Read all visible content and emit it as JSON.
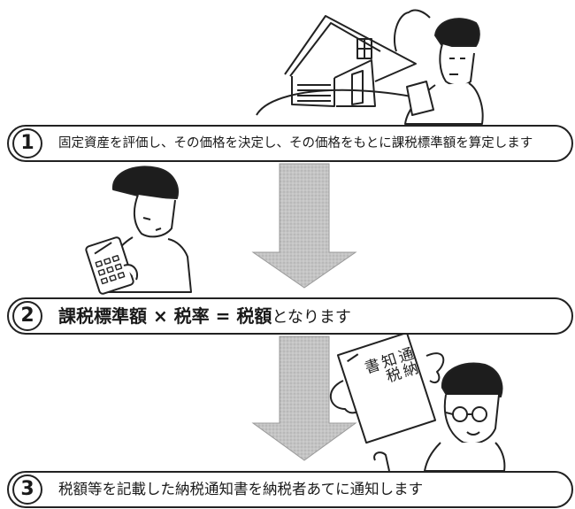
{
  "steps": [
    {
      "number": "1",
      "text": "固定資産を評価し、その価格を決定し、その価格をもとに課税標準額を算定します"
    },
    {
      "number": "2",
      "formula": "課税標準額 × 税率 = 税額",
      "suffix": "となります"
    },
    {
      "number": "3",
      "text": "税額等を記載した納税通知書を納税者あてに通知します"
    }
  ],
  "document": {
    "line1": "通納",
    "line2": "知税",
    "line3": "書"
  },
  "colors": {
    "ink": "#222222",
    "arrow_fill": "#b9b9b9",
    "arrow_edge": "#9a9a9a"
  }
}
